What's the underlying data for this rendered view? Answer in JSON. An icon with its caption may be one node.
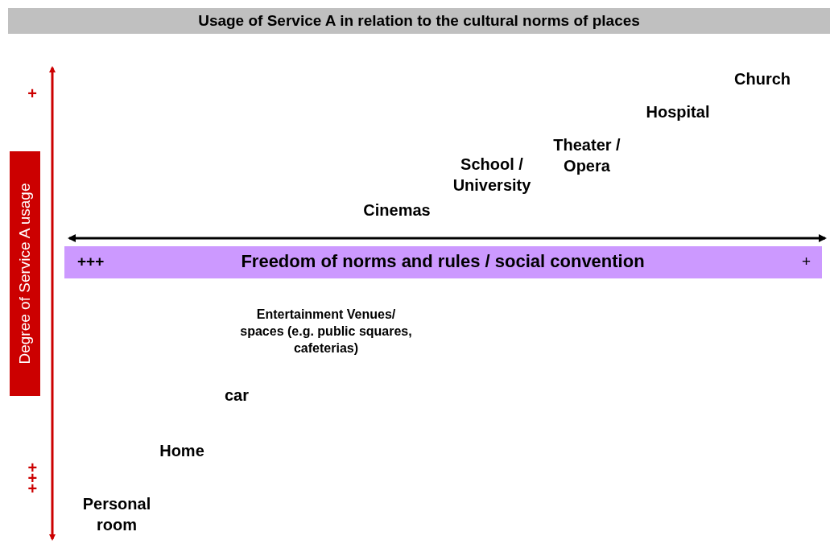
{
  "diagram": {
    "title": "Usage of Service A in relation to the cultural norms of places",
    "nodes": [
      {
        "text": [
          "Degree of Service A usage"
        ]
      },
      {
        "text": [
          "+++",
          "Freedom of norms and rules / social convention",
          "+"
        ]
      }
    ],
    "labels": [
      "+",
      "Church",
      "Hospital",
      "Theater / Opera",
      "School / University",
      "Cinemas",
      "Entertainment Venues/ spaces (e.g. public squares, cafeterias)",
      "car",
      "Home",
      "+++",
      "Personal room"
    ]
  }
}
